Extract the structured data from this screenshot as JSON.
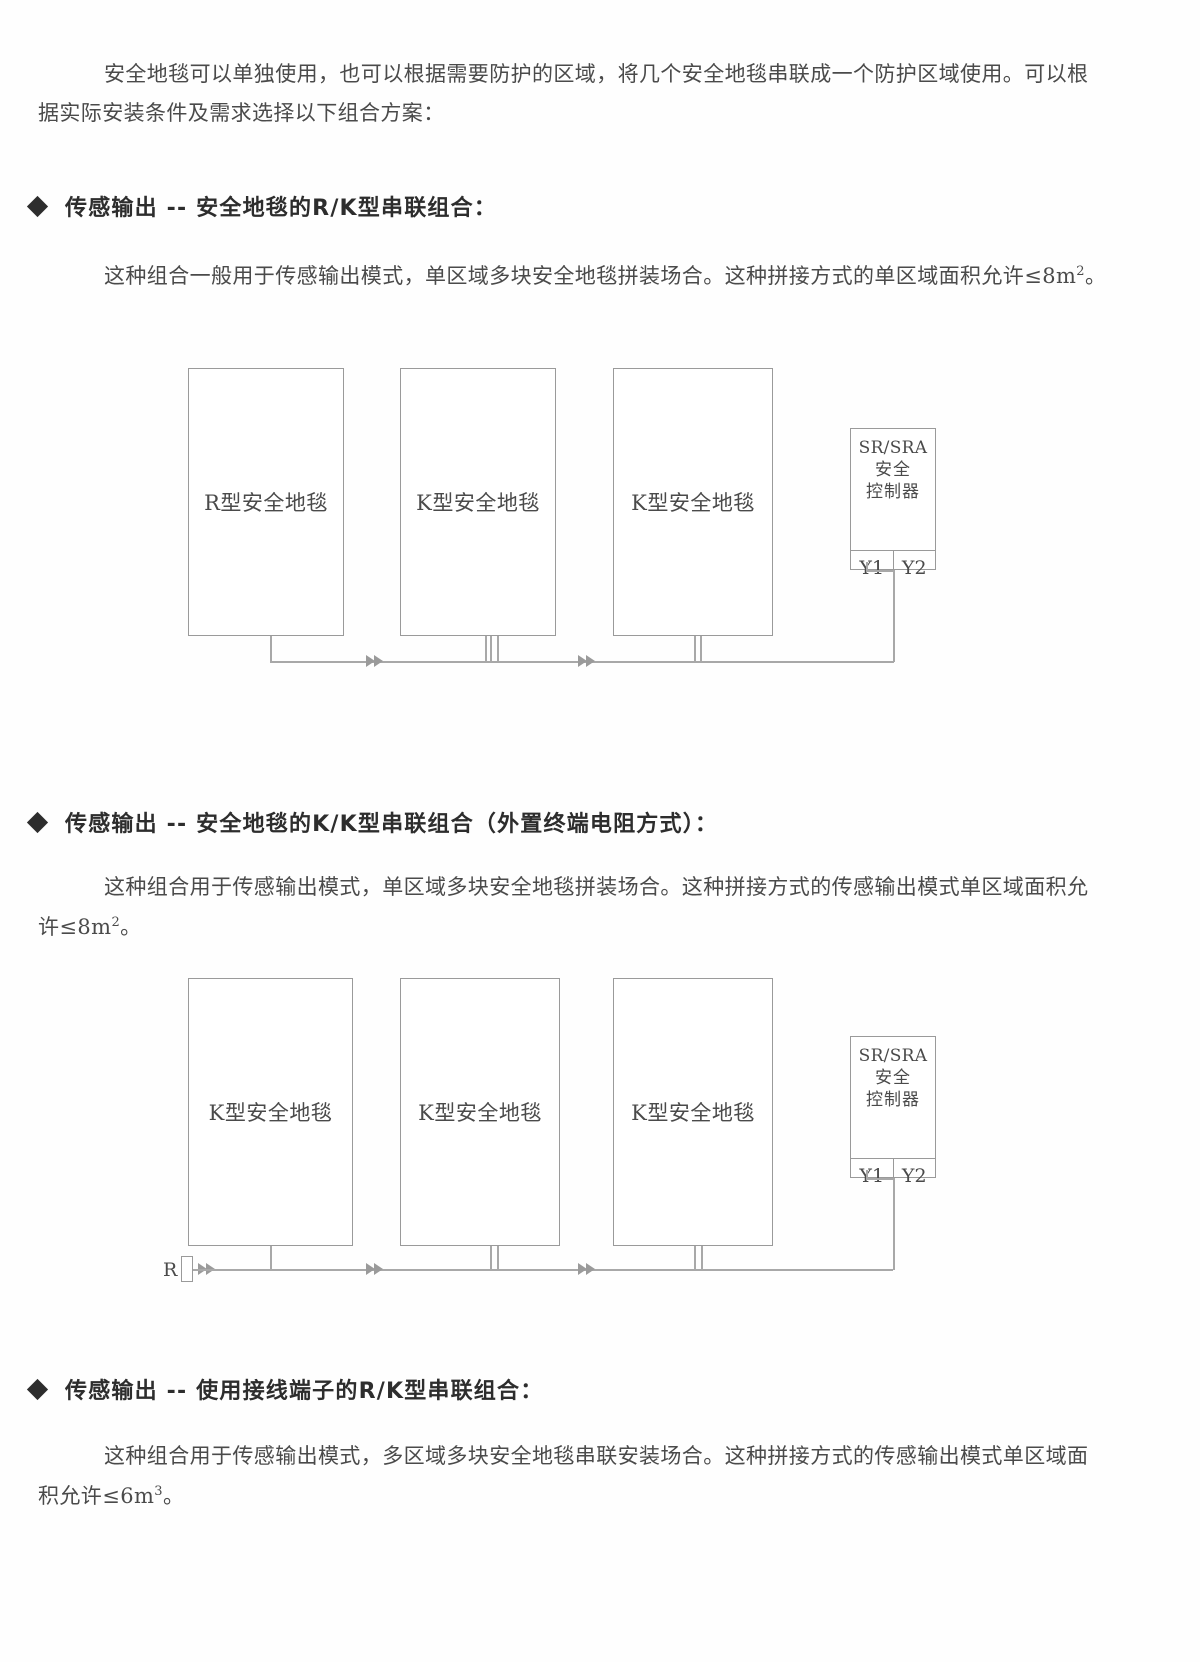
{
  "intro": {
    "line1": "安全地毯可以单独使用，也可以根据需要防护的区域，将几个安全地毯串联成一个防护区域使用。可以根",
    "line2": "据实际安装条件及需求选择以下组合方案："
  },
  "sections": [
    {
      "heading": "传感输出 -- 安全地毯的R/K型串联组合：",
      "paragraph_before": "这种组合一般用于传感输出模式，单区域多块安全地毯拼装场合。这种拼接方式的单区域面积允许≤8m",
      "paragraph_sup": "2",
      "paragraph_after": "。",
      "diagram": {
        "mats": [
          {
            "label": "R型安全地毯"
          },
          {
            "label": "K型安全地毯"
          },
          {
            "label": "K型安全地毯"
          }
        ],
        "controller": {
          "line1": "SR/SRA",
          "line2": "安全",
          "line3": "控制器",
          "terminal1": "Y1",
          "terminal2": "Y2"
        }
      }
    },
    {
      "heading": "传感输出 -- 安全地毯的K/K型串联组合（外置终端电阻方式）：",
      "paragraph_line1": "这种组合用于传感输出模式，单区域多块安全地毯拼装场合。这种拼接方式的传感输出模式单区域面积允",
      "paragraph_line2_before": "许≤8m",
      "paragraph_line2_sup": "2",
      "paragraph_line2_after": "。",
      "diagram": {
        "mats": [
          {
            "label": "K型安全地毯"
          },
          {
            "label": "K型安全地毯"
          },
          {
            "label": "K型安全地毯"
          }
        ],
        "controller": {
          "line1": "SR/SRA",
          "line2": "安全",
          "line3": "控制器",
          "terminal1": "Y1",
          "terminal2": "Y2"
        },
        "resistor_label": "R"
      }
    },
    {
      "heading": "传感输出 -- 使用接线端子的R/K型串联组合：",
      "paragraph_line1": "这种组合用于传感输出模式，多区域多块安全地毯串联安装场合。这种拼接方式的传感输出模式单区域面",
      "paragraph_line2_before": "积允许≤6m",
      "paragraph_line2_sup": "3",
      "paragraph_line2_after": "。"
    }
  ],
  "colors": {
    "text": "#4a4a4a",
    "heading": "#2d2d2d",
    "line": "#9a9a9a",
    "background": "#ffffff"
  }
}
